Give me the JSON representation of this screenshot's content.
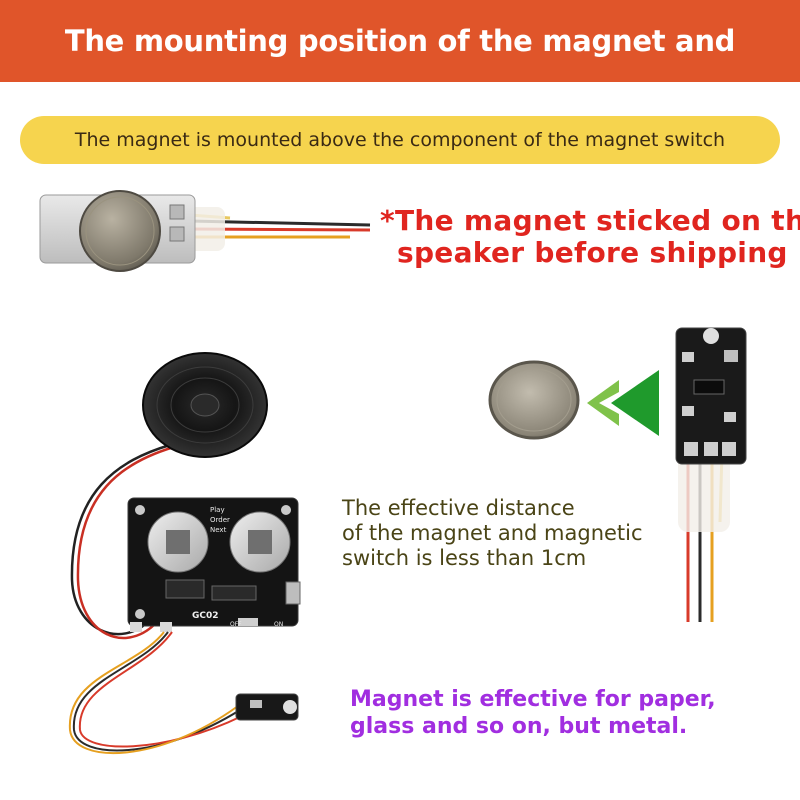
{
  "header": {
    "title": "The mounting position of the magnet and magnet switch"
  },
  "subheader": {
    "text": "The magnet is mounted above the component of the magnet switch"
  },
  "notes": {
    "shipping_line1": "*The magnet sticked on the",
    "shipping_line2": "speaker before shipping",
    "distance_line1": "The effective distance",
    "distance_line2": "of the magnet and magnetic",
    "distance_line3": "switch is less than 1cm",
    "material_line1": "Magnet is effective for paper,",
    "material_line2": "glass and so on, but metal."
  },
  "board": {
    "model_label": "GC02",
    "silk_play": "Play",
    "silk_order": "Order",
    "silk_next": "Next",
    "switch_off": "OFF",
    "switch_on": "ON"
  },
  "colors": {
    "header_bg": "#e0552a",
    "pill_bg": "#f6d44e",
    "red_text": "#e0251f",
    "olive_text": "#4a4416",
    "purple_text": "#a12ee0",
    "arrow_green": "#1f9a2c"
  }
}
